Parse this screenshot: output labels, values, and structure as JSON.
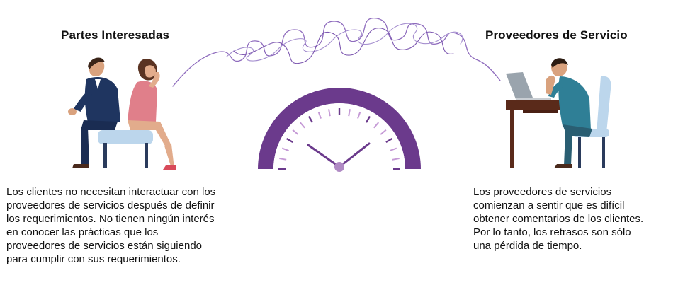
{
  "stakeholders": {
    "title": "Partes Interesadas",
    "description_lines": [
      "Los clientes no necesitan interactuar con los",
      "proveedores de servicios después de definir",
      "los requerimientos. No tienen ningún interés",
      "en conocer las prácticas que los",
      "proveedores de servicios están siguiendo",
      "para cumplir con sus requerimientos."
    ]
  },
  "providers": {
    "title": "Proveedores de Servicio",
    "description_lines": [
      "Los proveedores de servicios",
      "comienzan a sentir que es difícil",
      "obtener comentarios de los clientes.",
      "Por lo tanto, los retrasos son sólo",
      "una pérdida de tiempo."
    ]
  },
  "colors": {
    "gauge_purple": "#6b3a8c",
    "scribble_purple": "#8e6bbd",
    "navy_suit": "#1f3560",
    "teal_shirt": "#2f7f96",
    "pink_dress": "#e07f8a",
    "desk_brown": "#5a2a1a",
    "chair_blue": "#bcd6ec"
  }
}
